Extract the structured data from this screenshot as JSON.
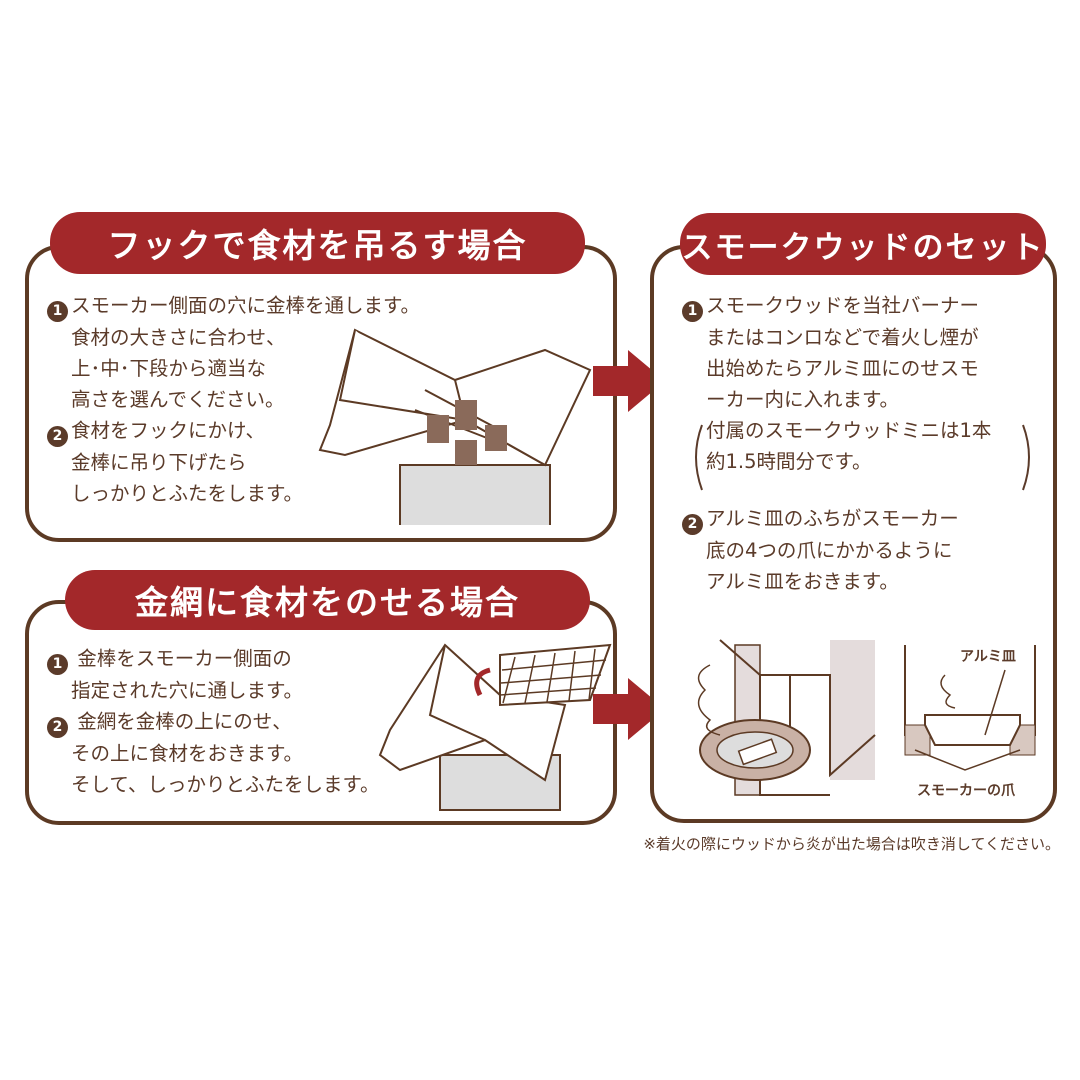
{
  "colors": {
    "accent": "#a3282a",
    "border": "#5c3a24",
    "text": "#5b3b2a"
  },
  "hook_section": {
    "title": "フックで食材を吊るす場合",
    "steps": [
      {
        "num": "1",
        "lines": [
          "スモーカー側面の穴に金棒を通します。",
          "食材の大きさに合わせ、",
          "上･中･下段から適当な",
          "高さを選んでください。"
        ]
      },
      {
        "num": "2",
        "lines": [
          "食材をフックにかけ、",
          "金棒に吊り下げたら",
          "しっかりとふたをします。"
        ]
      }
    ]
  },
  "net_section": {
    "title": "金網に食材をのせる場合",
    "steps": [
      {
        "num": "1",
        "lines": [
          "金棒をスモーカー側面の",
          "指定された穴に通します。"
        ]
      },
      {
        "num": "2",
        "lines": [
          "金網を金棒の上にのせ、",
          "その上に食材をおきます。",
          "そして、しっかりとふたをします。"
        ]
      }
    ]
  },
  "wood_section": {
    "title": "スモークウッドのセット",
    "steps": [
      {
        "num": "1",
        "lines": [
          "スモークウッドを当社バーナー",
          "またはコンロなどで着火し煙が",
          "出始めたらアルミ皿にのせスモ",
          "ーカー内に入れます。"
        ]
      },
      {
        "num": "2",
        "lines": [
          "アルミ皿のふちがスモーカー",
          "底の4つの爪にかかるように",
          "アルミ皿をおきます。"
        ]
      }
    ],
    "aside": [
      "付属のスモークウッドミニは1本",
      "約1.5時間分です。"
    ],
    "diagram_labels": {
      "dish": "アルミ皿",
      "claw": "スモーカーの爪"
    }
  },
  "footnote": "※着火の際にウッドから炎が出た場合は吹き消してください。"
}
